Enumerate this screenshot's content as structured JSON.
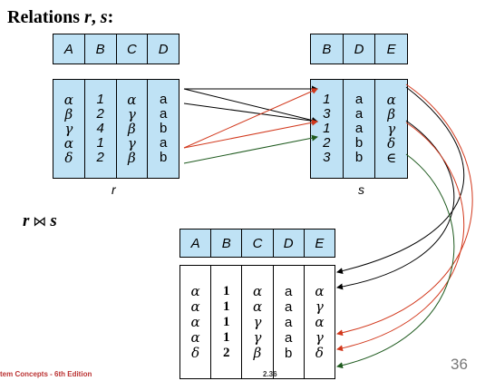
{
  "title": {
    "prefix": "Relations ",
    "var1": "r",
    "sep": ", ",
    "var2": "s",
    "suffix": ":"
  },
  "relation_r": {
    "label": "r",
    "headers": [
      "A",
      "B",
      "C",
      "D"
    ],
    "columns": [
      [
        "α",
        "β",
        "γ",
        "α",
        "δ"
      ],
      [
        "1",
        "2",
        "4",
        "1",
        "2"
      ],
      [
        "α",
        "γ",
        "β",
        "γ",
        "β"
      ],
      [
        "a",
        "a",
        "b",
        "a",
        "b"
      ]
    ]
  },
  "relation_s": {
    "label": "s",
    "headers": [
      "B",
      "D",
      "E"
    ],
    "columns": [
      [
        "1",
        "3",
        "1",
        "2",
        "3"
      ],
      [
        "a",
        "a",
        "a",
        "b",
        "b"
      ],
      [
        "α",
        "β",
        "γ",
        "δ",
        "∈"
      ]
    ]
  },
  "join_expression": {
    "left": "r",
    "operator": "⋈",
    "right": "s"
  },
  "result": {
    "headers": [
      "A",
      "B",
      "C",
      "D",
      "E"
    ],
    "columns": [
      [
        "α",
        "α",
        "α",
        "α",
        "δ"
      ],
      [
        "1",
        "1",
        "1",
        "1",
        "2"
      ],
      [
        "α",
        "α",
        "γ",
        "γ",
        "β"
      ],
      [
        "a",
        "a",
        "a",
        "a",
        "b"
      ],
      [
        "α",
        "γ",
        "α",
        "γ",
        "δ"
      ]
    ]
  },
  "footer": {
    "left": "tem Concepts - 6th Edition",
    "middle": "2.36",
    "page": "36"
  },
  "colors": {
    "header_fill": "#bfe2f5",
    "line_black": "#000000",
    "line_red": "#d2381c",
    "line_green": "#1e5a1e"
  }
}
